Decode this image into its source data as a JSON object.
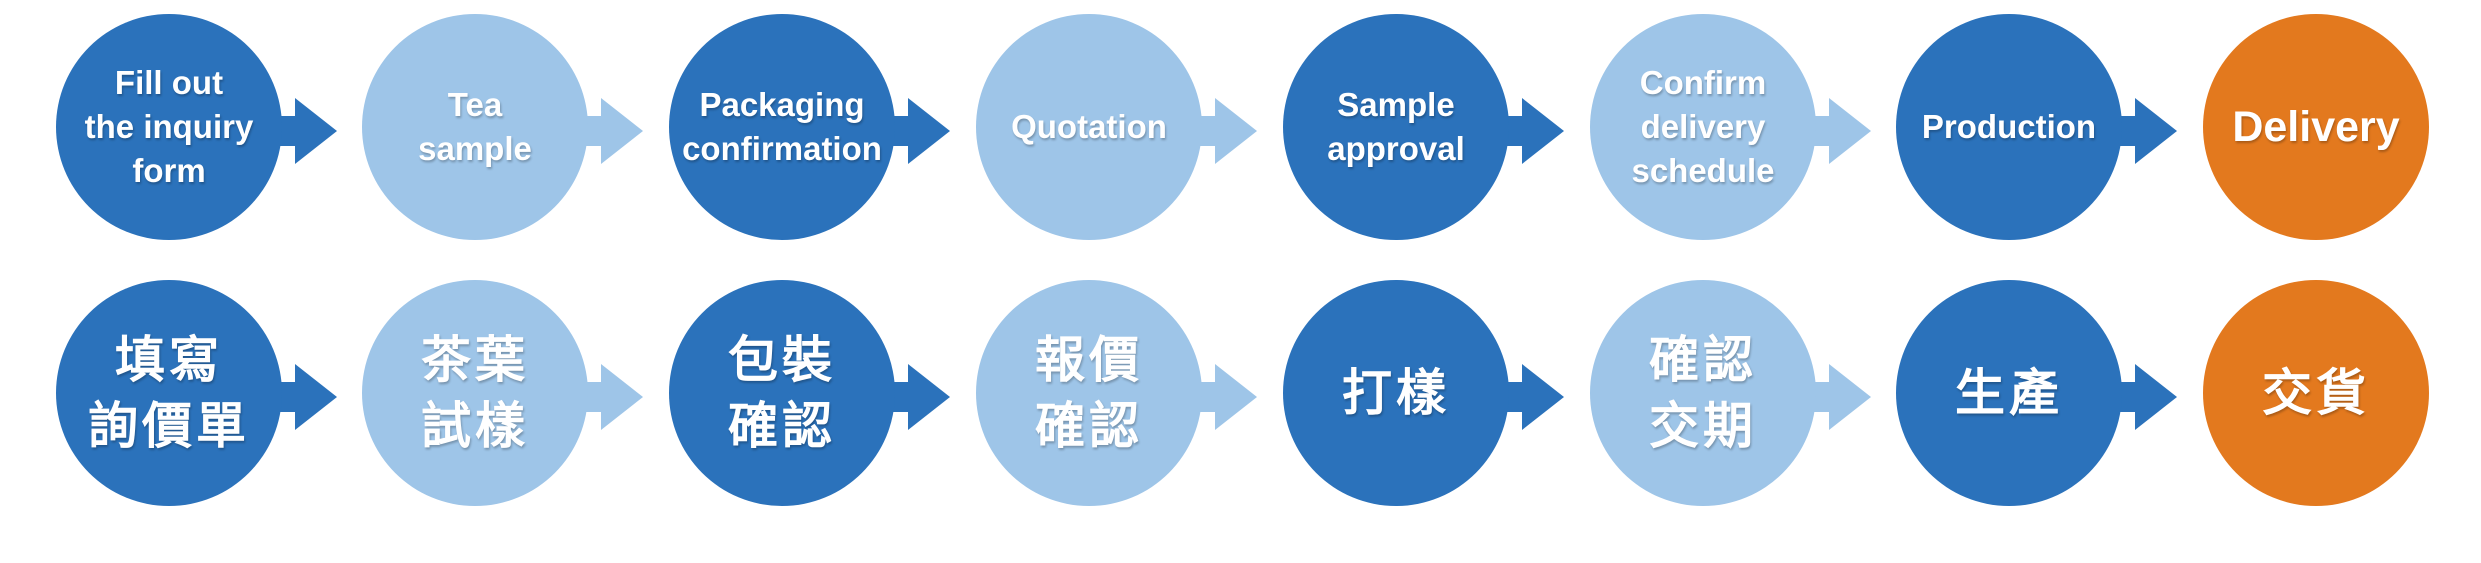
{
  "colors": {
    "dark_blue": "#2b72bb",
    "light_blue": "#9ec5e8",
    "orange": "#e3791e",
    "text": "#ffffff"
  },
  "english_steps": [
    {
      "label": "Fill out\nthe inquiry\nform",
      "tone": "dark"
    },
    {
      "label": "Tea\nsample",
      "tone": "light"
    },
    {
      "label": "Packaging\nconfirmation",
      "tone": "dark"
    },
    {
      "label": "Quotation",
      "tone": "light"
    },
    {
      "label": "Sample\napproval",
      "tone": "dark"
    },
    {
      "label": "Confirm\ndelivery\nschedule",
      "tone": "light"
    },
    {
      "label": "Production",
      "tone": "dark"
    },
    {
      "label": "Delivery",
      "tone": "orange"
    }
  ],
  "chinese_steps": [
    {
      "label": "填寫\n詢價單",
      "tone": "dark"
    },
    {
      "label": "茶葉\n試樣",
      "tone": "light"
    },
    {
      "label": "包裝\n確認",
      "tone": "dark"
    },
    {
      "label": "報價\n確認",
      "tone": "light"
    },
    {
      "label": "打樣",
      "tone": "dark"
    },
    {
      "label": "確認\n交期",
      "tone": "light"
    },
    {
      "label": "生產",
      "tone": "dark"
    },
    {
      "label": "交貨",
      "tone": "orange"
    }
  ]
}
